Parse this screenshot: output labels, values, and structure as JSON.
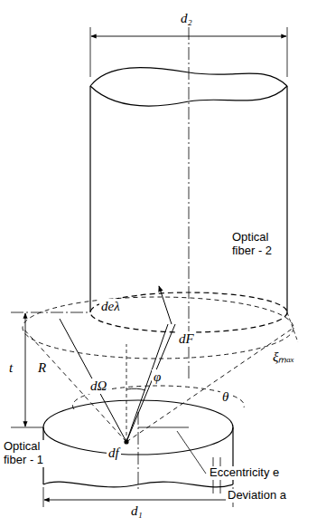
{
  "diagram": {
    "labels": [
      "d₂",
      "Optical fiber - 2",
      "deλ",
      "dF",
      "t",
      "R",
      "dΩ",
      "φ",
      "ξₘₐₓ",
      "θ",
      "df",
      "Optical fiber - 1",
      "Eccentricity e",
      "Deviation a",
      "d₁"
    ]
  }
}
